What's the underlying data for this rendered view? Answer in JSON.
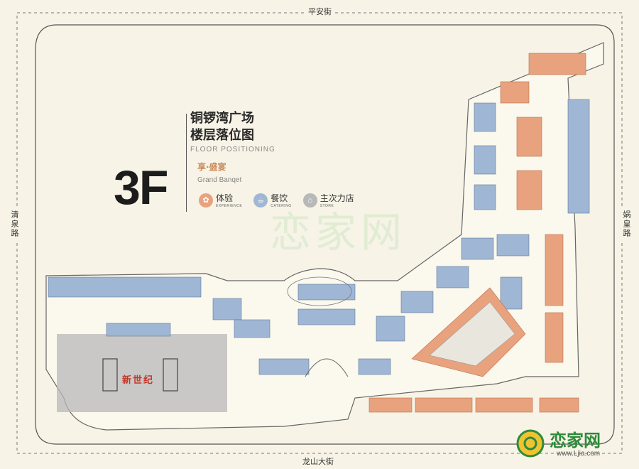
{
  "streets": {
    "north": "平安街",
    "south": "龙山大街",
    "west": "清泉路",
    "east": "娲皇路"
  },
  "title": {
    "line1": "铜锣湾广场",
    "line2": "楼层落位图",
    "en": "FLOOR POSITIONING"
  },
  "floor": {
    "number": "3F",
    "theme_cn": "享·盛宴",
    "theme_en": "Grand Banqet"
  },
  "legend": [
    {
      "cn": "体验",
      "en": "EXPERIENCE",
      "color": "#e8a27e",
      "icon": "experience-icon"
    },
    {
      "cn": "餐饮",
      "en": "CATERING",
      "color": "#9fb7d4",
      "icon": "catering-icon"
    },
    {
      "cn": "主次力店",
      "en": "STORE",
      "color": "#b8b8b8",
      "icon": "store-icon"
    }
  ],
  "anchor_store": "新世纪",
  "watermark": {
    "text": "恋家网"
  },
  "logo": {
    "cn": "恋家网",
    "url": "www.Ljia.com"
  },
  "colors": {
    "background": "#f7f3e6",
    "experience": "#e8a27e",
    "catering": "#9fb7d4",
    "store": "#b8b8b8",
    "corridor": "#fbf8ee",
    "outline": "#8b8b8b"
  }
}
